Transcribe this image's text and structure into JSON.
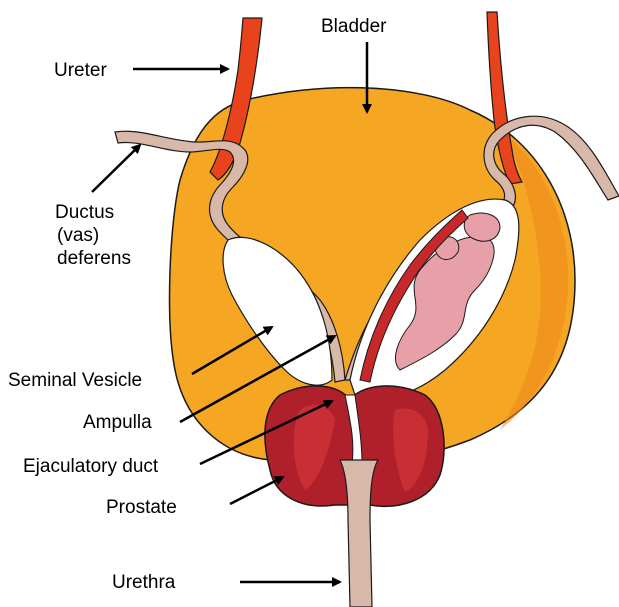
{
  "labels": {
    "bladder": "Bladder",
    "ureter": "Ureter",
    "ductus_1": "Ductus",
    "ductus_2": "(vas)",
    "ductus_3": "deferens",
    "seminal_vesicle": "Seminal Vesicle",
    "ampulla": "Ampulla",
    "ejaculatory_duct": "Ejaculatory duct",
    "prostate": "Prostate",
    "urethra": "Urethra"
  },
  "colors": {
    "bladder": "#f5a623",
    "bladder_edge": "#e08a1a",
    "ureter": "#e8431c",
    "duct": "#d8b8a8",
    "vesicle": "#ffffff",
    "prostate": "#b0202a",
    "tissue_pink": "#e8a0a8",
    "outline": "#1a1a1a"
  }
}
